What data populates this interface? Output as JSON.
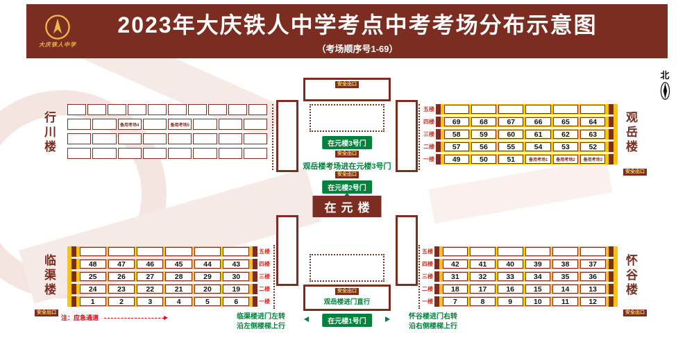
{
  "header": {
    "title": "2023年大庆铁人中学考点中考考场分布示意图",
    "subtitle": "（考场顺序号1-69）",
    "logo_caption": "大庆铁人中学"
  },
  "compass": {
    "label": "北"
  },
  "common": {
    "safety_exit": "安全出口"
  },
  "center": {
    "building_name": "在元楼",
    "gate3": "在元楼3号门",
    "gate2": "在元楼2号门",
    "gate1": "在元楼1号门",
    "gate3_note": "观岳楼考场进在元楼3号门",
    "gate1_note": "观岳楼进门直行",
    "linqu_route": [
      "临渠楼进门左转",
      "沿左侧楼梯上行"
    ],
    "huaigu_route": [
      "怀谷楼进门右转",
      "沿右侧楼梯上行"
    ],
    "emergency_note": "注：应急通道"
  },
  "buildings": {
    "xingchuan": {
      "name": "行川楼",
      "rows": [
        [
          "",
          "",
          "",
          "",
          "",
          "",
          "",
          "",
          "",
          ""
        ],
        [
          "",
          "",
          "备用考场4",
          "",
          "备用考场5",
          "",
          "",
          ""
        ],
        [
          "",
          "",
          "",
          "",
          "",
          "",
          "",
          ""
        ],
        [
          "",
          "",
          "",
          "",
          "",
          "",
          "",
          ""
        ]
      ]
    },
    "guanyue": {
      "name": "观岳楼",
      "floors": [
        {
          "label": "五楼",
          "rooms": [
            "",
            "",
            "",
            "",
            "",
            ""
          ]
        },
        {
          "label": "四楼",
          "rooms": [
            "69",
            "68",
            "67",
            "66",
            "65",
            "64"
          ]
        },
        {
          "label": "三楼",
          "rooms": [
            "58",
            "59",
            "60",
            "61",
            "62",
            "63"
          ]
        },
        {
          "label": "二楼",
          "rooms": [
            "57",
            "56",
            "55",
            "54",
            "53",
            "52"
          ]
        },
        {
          "label": "一楼",
          "rooms": [
            "49",
            "50",
            "51",
            "备用考场1",
            "备用考场2",
            "备用考场3"
          ]
        }
      ]
    },
    "linqu": {
      "name": "临渠楼",
      "floors": [
        {
          "label": "五楼",
          "rooms": [
            "",
            "",
            "",
            "",
            "",
            ""
          ]
        },
        {
          "label": "四楼",
          "rooms": [
            "48",
            "47",
            "46",
            "45",
            "44",
            "43"
          ]
        },
        {
          "label": "三楼",
          "rooms": [
            "25",
            "26",
            "27",
            "28",
            "29",
            "30"
          ]
        },
        {
          "label": "二楼",
          "rooms": [
            "24",
            "23",
            "22",
            "21",
            "20",
            "19"
          ]
        },
        {
          "label": "一楼",
          "rooms": [
            "1",
            "2",
            "3",
            "4",
            "5",
            "6"
          ]
        }
      ]
    },
    "huaigu": {
      "name": "怀谷楼",
      "floors": [
        {
          "label": "五楼",
          "rooms": [
            "",
            "",
            "",
            "",
            "",
            ""
          ]
        },
        {
          "label": "四楼",
          "rooms": [
            "42",
            "41",
            "40",
            "39",
            "38",
            "37"
          ]
        },
        {
          "label": "三楼",
          "rooms": [
            "31",
            "32",
            "33",
            "34",
            "35",
            "36"
          ]
        },
        {
          "label": "二楼",
          "rooms": [
            "18",
            "17",
            "16",
            "15",
            "14",
            "13"
          ]
        },
        {
          "label": "一楼",
          "rooms": [
            "7",
            "8",
            "9",
            "10",
            "11",
            "12"
          ]
        }
      ]
    }
  },
  "colors": {
    "maroon": "#7c2d21",
    "gold": "#ffc20e",
    "green": "#00813c",
    "red": "#e60012"
  }
}
